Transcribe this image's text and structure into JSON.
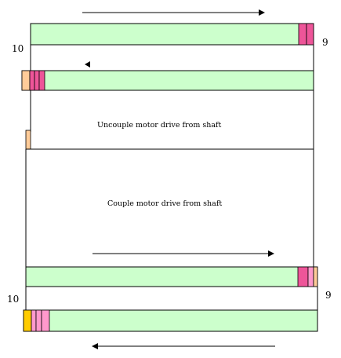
{
  "labels": {
    "top_right_num": "9",
    "top_left_num": "10",
    "uncouple": "Uncouple motor drive from shaft",
    "couple": "Couple motor drive from shaft",
    "bottom_right_num": "9",
    "bottom_left_num": "10"
  },
  "colors": {
    "bar_fill": "#ccffcc",
    "magenta": "#ee5599",
    "pink": "#ff99cc",
    "peach": "#ffcc99",
    "orange": "#ffcc00",
    "line": "#000000"
  },
  "arrows": {
    "top": "right",
    "second": "left",
    "lower": "right",
    "bottom": "left"
  }
}
